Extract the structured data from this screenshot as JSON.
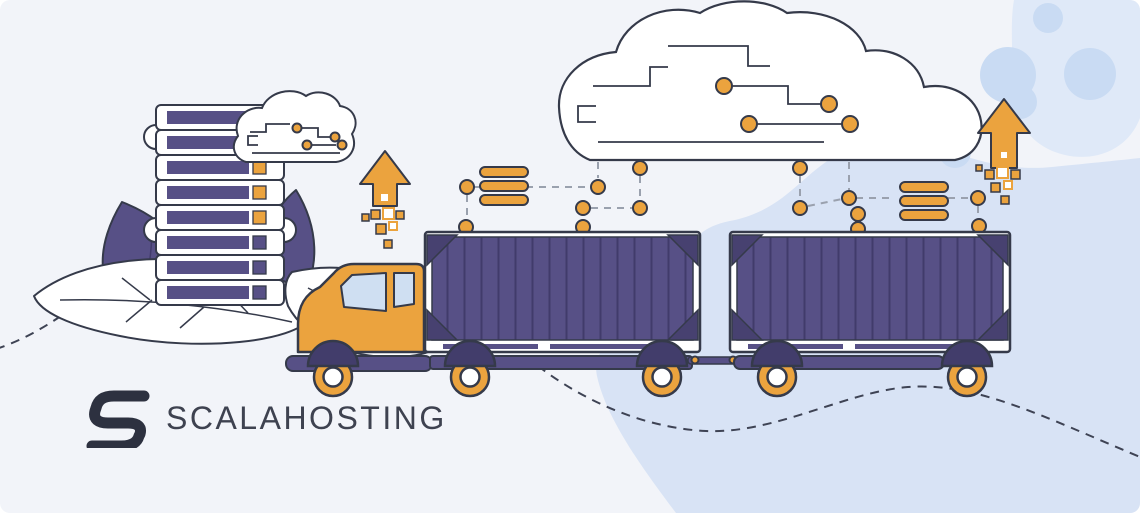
{
  "brand": {
    "name": "SCALAHOSTING",
    "logo_icon": "scalahosting-s-icon"
  },
  "illustration": {
    "elements": [
      "server-rack-icon",
      "leaves-icon",
      "small-circuit-cloud-icon",
      "big-circuit-cloud-icon",
      "upload-arrow-icon-left",
      "upload-arrow-icon-right",
      "data-bars-icon-left",
      "data-bars-icon-right",
      "connector-dots",
      "truck-icon",
      "cargo-container-1",
      "cargo-container-2",
      "dashed-road-line",
      "background-blobs"
    ],
    "server_rows": 8,
    "containers": 2,
    "wheels": 5
  },
  "palette": {
    "bg": "#f2f4f9",
    "blob": "#d8e3f5",
    "blob-light": "#dfe9f8",
    "blob-circle": "#c9dbf3",
    "outline": "#353a4a",
    "purple": "#575086",
    "purple-ridge": "#413b6b",
    "purple-dark": "#474170",
    "fender": "#423d6b",
    "orange": "#eba33e",
    "white": "#ffffff",
    "window": "#cfdff2",
    "dash-gray": "#9aa1ae",
    "dash-dark": "#3e4354",
    "logo-ink": "#2d3140",
    "logo-text": "#3e4250"
  }
}
